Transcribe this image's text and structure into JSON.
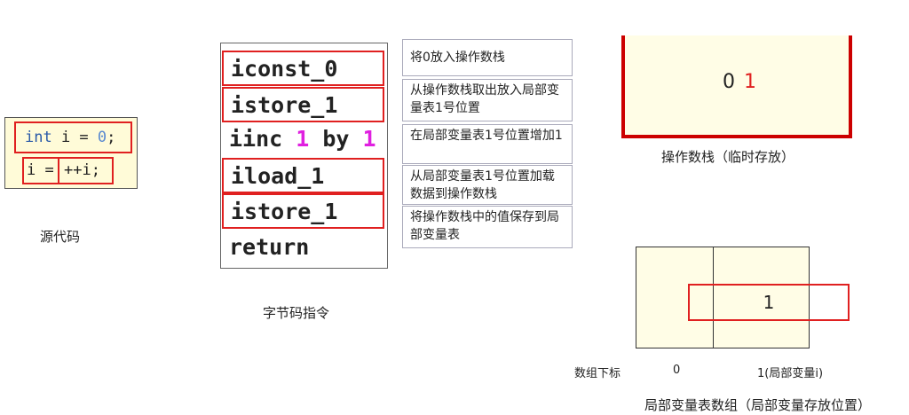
{
  "source": {
    "line1_kw": "int",
    "line1_rest": " i = ",
    "line1_num": "0",
    "line1_end": ";",
    "line2_a": "i =",
    "line2_b": "++i;",
    "label": "源代码"
  },
  "bytecode": {
    "rows": [
      "iconst_0",
      "istore_1",
      "iinc ",
      "iload_1",
      "istore_1",
      "return"
    ],
    "iinc_a": "1",
    "iinc_by": " by ",
    "iinc_b": "1",
    "label": "字节码指令"
  },
  "callouts": [
    "将0放入操作数栈",
    "从操作数栈取出放入局部变量表1号位置",
    "在局部变量表1号位置增加1",
    "从局部变量表1号位置加载数据到操作数栈",
    "将操作数栈中的值保存到局部变量表"
  ],
  "stack": {
    "value_old": "0",
    "value_new": "1",
    "label": "操作数栈（临时存放）"
  },
  "locals": {
    "value": "1",
    "index_label": "数组下标",
    "index0": "0",
    "index1": "1(局部变量i)",
    "label": "局部变量表数组（局部变量存放位置）"
  },
  "colors": {
    "highlight": "#e02020",
    "magenta": "#e020e0"
  }
}
